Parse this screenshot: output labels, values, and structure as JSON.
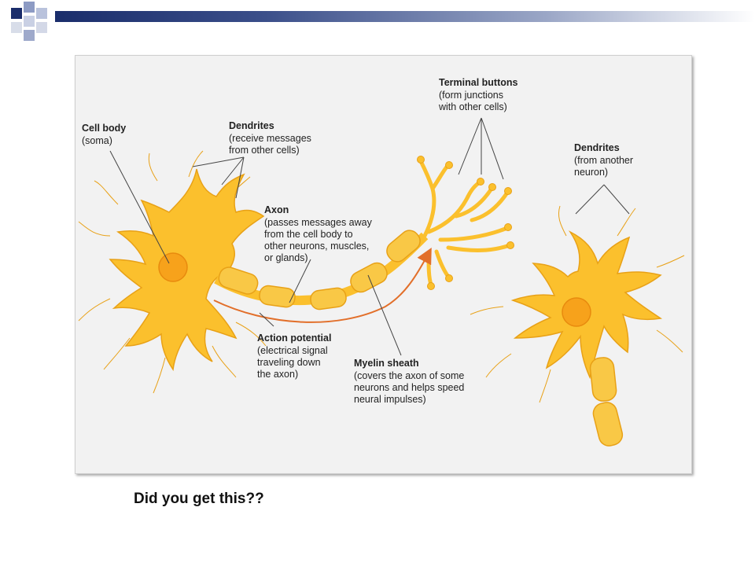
{
  "caption": "Did you get this??",
  "colors": {
    "neuron_fill": "#fbc02d",
    "neuron_stroke": "#e8a117",
    "nucleus": "#f7a21b",
    "myelin": "#f9c846",
    "action_arrow": "#e26f2a",
    "header_dark": "#1a2d6b"
  },
  "labels": {
    "cell_body": {
      "title": "Cell body",
      "lines": [
        "(soma)"
      ]
    },
    "dendrites": {
      "title": "Dendrites",
      "lines": [
        "(receive messages",
        "from other cells)"
      ]
    },
    "axon": {
      "title": "Axon",
      "lines": [
        "(passes messages away",
        "from the cell body to",
        "other neurons, muscles,",
        "or glands)"
      ]
    },
    "terminal_buttons": {
      "title": "Terminal buttons",
      "lines": [
        "(form junctions",
        "with other cells)"
      ]
    },
    "dendrites_other": {
      "title": "Dendrites",
      "lines": [
        "(from another",
        "neuron)"
      ]
    },
    "action_potential": {
      "title": "Action potential",
      "lines": [
        "(electrical signal",
        "traveling down",
        "the axon)"
      ]
    },
    "myelin_sheath": {
      "title": "Myelin sheath",
      "lines": [
        "(covers the axon of some",
        "neurons and helps speed",
        "neural impulses)"
      ]
    }
  }
}
